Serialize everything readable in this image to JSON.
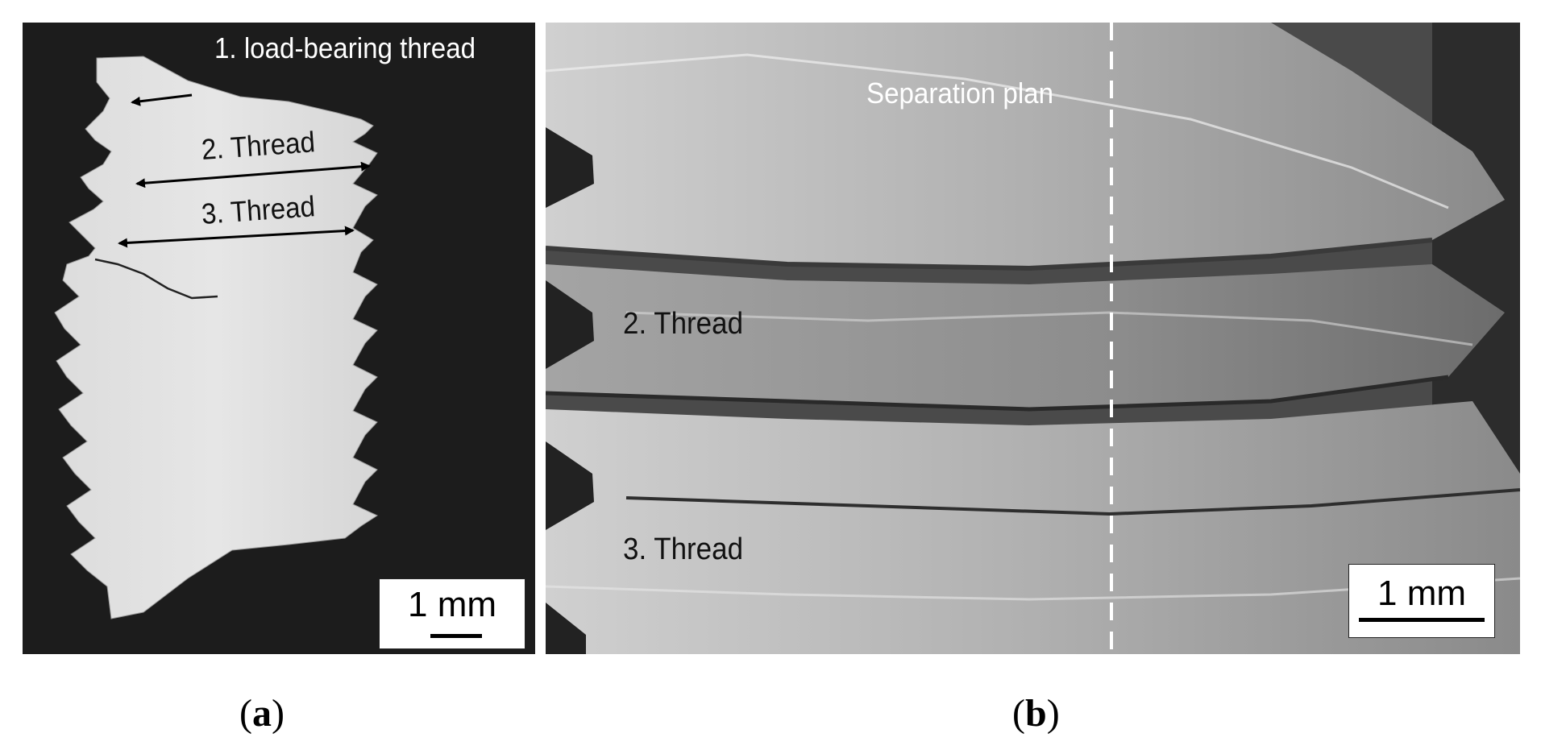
{
  "panel_a": {
    "title_label": "1. load-bearing thread",
    "thread2_label": "2. Thread",
    "thread3_label": "3. Thread",
    "scale_label": "1 mm"
  },
  "panel_b": {
    "separation_label": "Separation plan",
    "thread2_label": "2. Thread",
    "thread3_label": "3. Thread",
    "scale_label": "1 mm"
  },
  "captions": {
    "a_open": "(",
    "a_letter": "a",
    "a_close": ")",
    "b_open": "(",
    "b_letter": "b",
    "b_close": ")"
  }
}
